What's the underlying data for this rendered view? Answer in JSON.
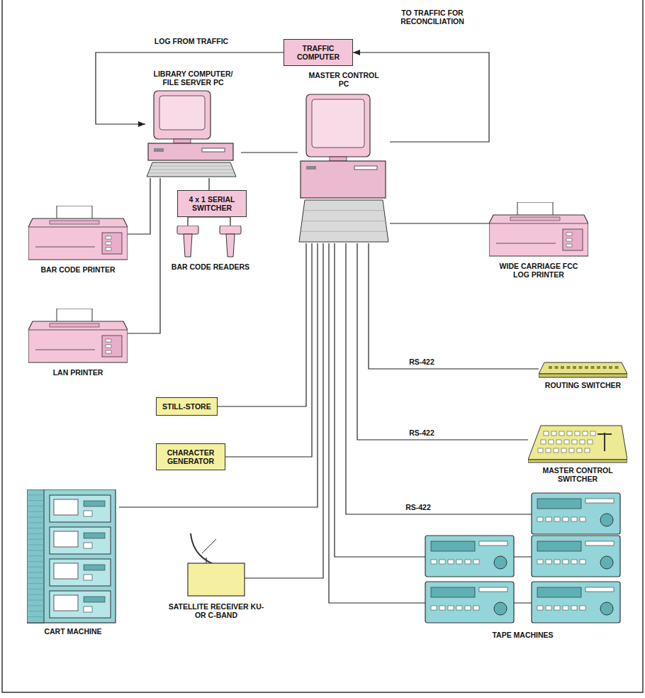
{
  "diagram": {
    "nodes": [
      {
        "text": [
          "TRAFFIC COMPUTER"
        ]
      },
      {
        "text": [
          "LIBRARY COMPUTER/ FILE SERVER PC"
        ]
      },
      {
        "text": [
          "MASTER CONTROL PC"
        ]
      },
      {
        "text": [
          "4 x 1 SERIAL SWITCHER"
        ]
      },
      {
        "text": [
          "BAR CODE PRINTER"
        ]
      },
      {
        "text": [
          "BAR CODE READERS"
        ]
      },
      {
        "text": [
          "LAN PRINTER"
        ]
      },
      {
        "text": [
          "WIDE CARRIAGE FCC LOG PRINTER"
        ]
      },
      {
        "text": [
          "ROUTING SWITCHER"
        ]
      },
      {
        "text": [
          "MASTER CONTROL SWITCHER"
        ]
      },
      {
        "text": [
          "STILL-STORE"
        ]
      },
      {
        "text": [
          "CHARACTER GENERATOR"
        ]
      },
      {
        "text": [
          "CART MACHINE"
        ]
      },
      {
        "text": [
          "SATELLITE RECEIVER KU- OR C-BAND"
        ]
      },
      {
        "text": [
          "TAPE MACHINES"
        ]
      }
    ],
    "edges": [
      {
        "from": 0,
        "to": 1,
        "label": "LOG FROM TRAFFIC",
        "arrow": "to"
      },
      {
        "from": 2,
        "to": 0,
        "label": "TO TRAFFIC FOR RECONCILIATION",
        "arrow": "to"
      },
      {
        "from": 1,
        "to": 2,
        "arrow": "none"
      },
      {
        "from": 1,
        "to": 3,
        "arrow": "none"
      },
      {
        "from": 3,
        "to": 5,
        "arrow": "none"
      },
      {
        "from": 1,
        "to": 4,
        "arrow": "none"
      },
      {
        "from": 1,
        "to": 6,
        "arrow": "none"
      },
      {
        "from": 2,
        "to": 7,
        "arrow": "none"
      },
      {
        "from": 2,
        "to": 8,
        "label": "RS-422",
        "arrow": "none"
      },
      {
        "from": 2,
        "to": 9,
        "label": "RS-422",
        "arrow": "none"
      },
      {
        "from": 2,
        "to": 14,
        "label": "RS-422",
        "arrow": "none"
      },
      {
        "from": 2,
        "to": 10,
        "arrow": "none"
      },
      {
        "from": 2,
        "to": 11,
        "arrow": "none"
      },
      {
        "from": 2,
        "to": 12,
        "arrow": "none"
      },
      {
        "from": 2,
        "to": 13,
        "arrow": "none"
      },
      {
        "from": 2,
        "to": 14,
        "arrow": "none"
      },
      {
        "from": 2,
        "to": 14,
        "arrow": "none"
      }
    ]
  }
}
